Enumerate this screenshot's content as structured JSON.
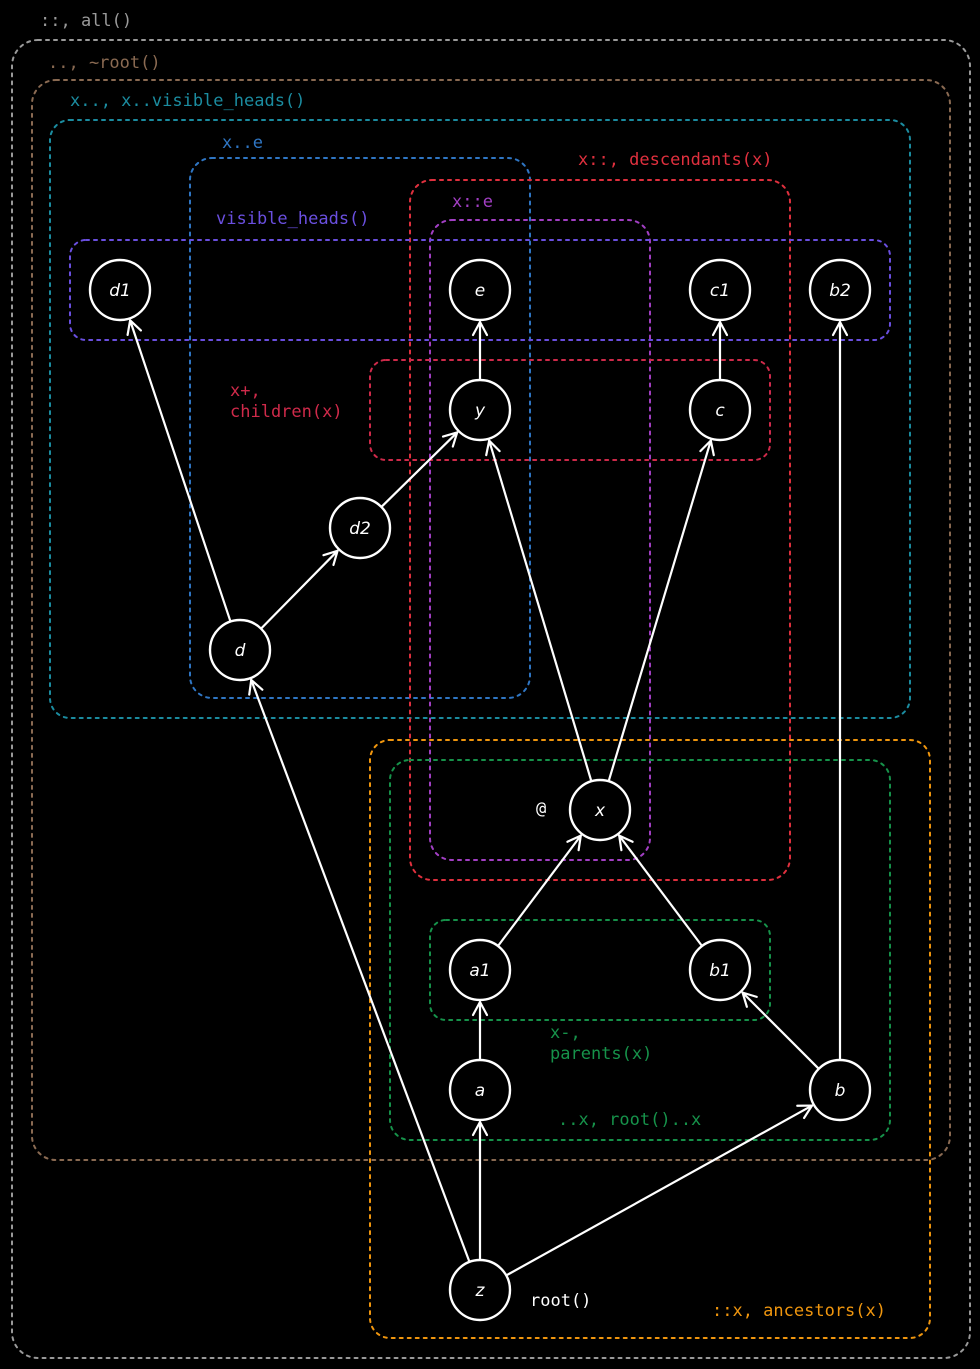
{
  "colors": {
    "all": "#9a9a9a",
    "not_root": "#8a6a52",
    "visible_descendants": "#1b8ca0",
    "range_x_e": "#2f76c4",
    "visible_heads": "#6a4fe0",
    "descendants": "#e0303e",
    "dag_range": "#a23fc4",
    "children": "#cf2a4a",
    "ancestors": "#f0960e",
    "dag_root_x": "#16924a",
    "parents": "#16924a",
    "node": "#ffffff"
  },
  "regions": [
    {
      "id": "all",
      "label": "::, all()",
      "color_key": "all"
    },
    {
      "id": "not-root",
      "label": "..,  ~root()",
      "color_key": "not_root"
    },
    {
      "id": "visible-descendants",
      "label": "x.., x..visible_heads()",
      "color_key": "visible_descendants"
    },
    {
      "id": "range-x-e",
      "label": "x..e",
      "color_key": "range_x_e"
    },
    {
      "id": "descendants",
      "label": "x::, descendants(x)",
      "color_key": "descendants"
    },
    {
      "id": "dag-range",
      "label": "x::e",
      "color_key": "dag_range"
    },
    {
      "id": "visible-heads",
      "label": "visible_heads()",
      "color_key": "visible_heads"
    },
    {
      "id": "children",
      "label": "x+,\nchildren(x)",
      "color_key": "children"
    },
    {
      "id": "ancestors",
      "label": "::x, ancestors(x)",
      "color_key": "ancestors"
    },
    {
      "id": "root-range",
      "label": "..x, root()..x",
      "color_key": "dag_root_x"
    },
    {
      "id": "parents",
      "label": "x-,\nparents(x)",
      "color_key": "parents"
    }
  ],
  "nodes": [
    {
      "id": "d1",
      "label": "d1"
    },
    {
      "id": "e",
      "label": "e"
    },
    {
      "id": "c1",
      "label": "c1"
    },
    {
      "id": "b2",
      "label": "b2"
    },
    {
      "id": "y",
      "label": "y"
    },
    {
      "id": "c",
      "label": "c"
    },
    {
      "id": "d2",
      "label": "d2"
    },
    {
      "id": "d",
      "label": "d"
    },
    {
      "id": "x",
      "label": "x"
    },
    {
      "id": "a1",
      "label": "a1"
    },
    {
      "id": "b1",
      "label": "b1"
    },
    {
      "id": "a",
      "label": "a"
    },
    {
      "id": "b",
      "label": "b"
    },
    {
      "id": "z",
      "label": "z"
    }
  ],
  "edges": [
    {
      "from": "z",
      "to": "a"
    },
    {
      "from": "z",
      "to": "b"
    },
    {
      "from": "z",
      "to": "d"
    },
    {
      "from": "a",
      "to": "a1"
    },
    {
      "from": "b",
      "to": "b1"
    },
    {
      "from": "b",
      "to": "b2"
    },
    {
      "from": "a1",
      "to": "x"
    },
    {
      "from": "b1",
      "to": "x"
    },
    {
      "from": "x",
      "to": "y"
    },
    {
      "from": "x",
      "to": "c"
    },
    {
      "from": "c",
      "to": "c1"
    },
    {
      "from": "y",
      "to": "e"
    },
    {
      "from": "d",
      "to": "d1"
    },
    {
      "from": "d",
      "to": "d2"
    },
    {
      "from": "d2",
      "to": "y"
    }
  ],
  "annotations": {
    "working_copy": "@",
    "root": "root()"
  }
}
